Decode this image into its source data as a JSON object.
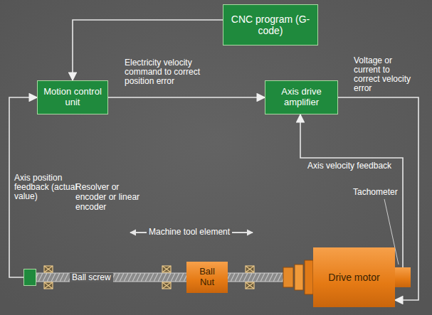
{
  "diagram": {
    "nodes": [
      {
        "text": [
          "CNC program (G-code)"
        ]
      },
      {
        "text": [
          "Motion control unit"
        ]
      },
      {
        "text": [
          "Axis drive amplifier"
        ]
      },
      {
        "text": [
          "Resolver or encoder or linear encoder"
        ]
      },
      {
        "text": [
          "Ball Nut"
        ]
      },
      {
        "text": [
          "Drive motor"
        ]
      },
      {
        "text": [
          "Tachometer"
        ]
      }
    ],
    "edges": [
      {
        "from": 0,
        "to": 1,
        "arrow": "to"
      },
      {
        "from": 1,
        "to": 2,
        "label": "Electricity velocity command to correct position error",
        "arrow": "to"
      },
      {
        "from": 2,
        "to": 5,
        "label": "Voltage or current to correct velocity error",
        "arrow": "to"
      },
      {
        "from": 6,
        "to": 2,
        "label": "Axis velocity feedback",
        "arrow": "to"
      },
      {
        "from": 3,
        "to": 1,
        "label": "Axis position feedback (actual value)",
        "arrow": "to"
      }
    ],
    "labels": [
      "Machine tool element",
      "Ball screw"
    ]
  }
}
